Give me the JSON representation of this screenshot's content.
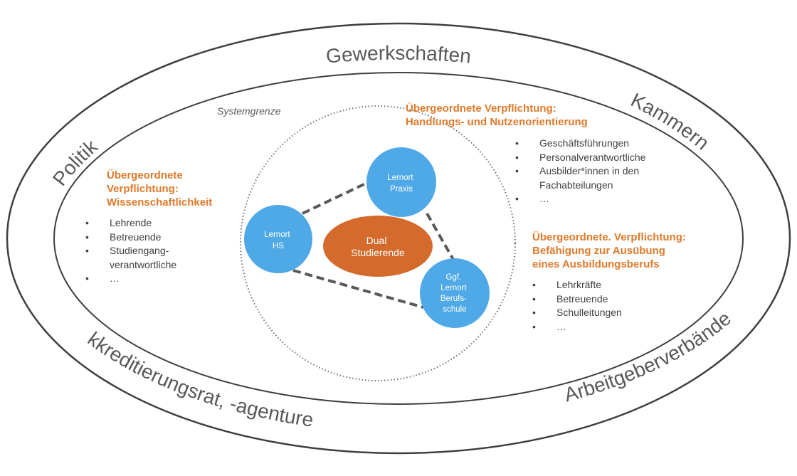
{
  "outer_labels": {
    "top": "Gewerkschaften",
    "left": "Politik",
    "top_right": "Kammern",
    "bottom_left": "Akkreditierungsrat, -agenturen",
    "bottom_right": "Arbeitgeberverbände"
  },
  "system_boundary": "Systemgrenze",
  "nodes": {
    "praxis": [
      "Lernort",
      "Praxis"
    ],
    "hs": [
      "Lernort",
      "HS"
    ],
    "berufsschule": [
      "Ggf.",
      "Lernort",
      "Berufs-",
      "schule"
    ],
    "center": [
      "Dual",
      "Studierende"
    ]
  },
  "blocks": {
    "wissenschaft": {
      "heading": [
        "Übergeordnete",
        "Verpflichtung:",
        "Wissenschaftlichkeit"
      ],
      "items": [
        [
          "Lehrende"
        ],
        [
          "Betreuende"
        ],
        [
          "Studiengang-",
          "verantwortliche"
        ],
        [
          "…"
        ]
      ]
    },
    "handlung": {
      "heading": [
        "Übergeordnete Verpflichtung:",
        "Handlungs- und Nutzenorientierung"
      ],
      "items": [
        [
          "Geschäftsführungen"
        ],
        [
          "Personalverantwortliche"
        ],
        [
          "Ausbilder*innen in den",
          "Fachabteilungen"
        ],
        [
          "…"
        ]
      ]
    },
    "beruf": {
      "heading": [
        "Übergeordnete. Verpflichtung:",
        "Befähigung zur Ausübung",
        "eines Ausbildungsberufs"
      ],
      "items": [
        [
          "Lehrkräfte"
        ],
        [
          "Betreuende"
        ],
        [
          "Schulleitungen"
        ],
        [
          "…"
        ]
      ]
    }
  },
  "colors": {
    "node_blue": "#4fa9e6",
    "center_orange": "#d46a2b",
    "heading_orange": "#e07a2b"
  }
}
